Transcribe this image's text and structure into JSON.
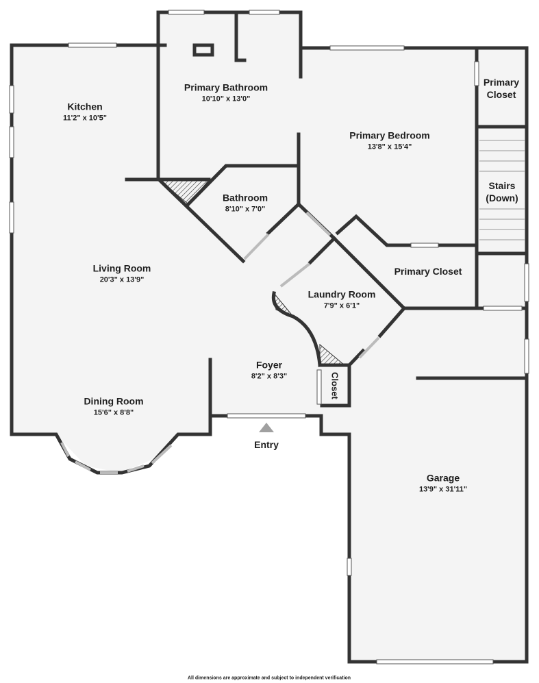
{
  "rooms": {
    "kitchen": {
      "name": "Kitchen",
      "dims": "11'2\" x 10'5\""
    },
    "primary_bathroom": {
      "name": "Primary Bathroom",
      "dims": "10'10\" x 13'0\""
    },
    "primary_bedroom": {
      "name": "Primary Bedroom",
      "dims": "13'8\" x 15'4\""
    },
    "primary_closet_top": {
      "name_line1": "Primary",
      "name_line2": "Closet"
    },
    "stairs": {
      "name_line1": "Stairs",
      "name_line2": "(Down)"
    },
    "bathroom": {
      "name": "Bathroom",
      "dims": "8'10\" x 7'0\""
    },
    "living_room": {
      "name": "Living Room",
      "dims": "20'3\" x 13'9\""
    },
    "primary_closet_mid": {
      "name": "Primary Closet"
    },
    "laundry_room": {
      "name": "Laundry Room",
      "dims": "7'9\" x 6'1\""
    },
    "foyer": {
      "name": "Foyer",
      "dims": "8'2\" x 8'3\""
    },
    "closet": {
      "name": "Closet"
    },
    "dining_room": {
      "name": "Dining Room",
      "dims": "15'6\" x 8'8\""
    },
    "garage": {
      "name": "Garage",
      "dims": "13'9\" x 31'11\""
    }
  },
  "entry": {
    "label": "Entry"
  },
  "footer": {
    "disclaimer": "All dimensions are approximate and subject to independent verification"
  },
  "colors": {
    "wall": "#333333",
    "floor": "#f4f4f4",
    "window": "#ffffff",
    "background": "#ffffff"
  }
}
